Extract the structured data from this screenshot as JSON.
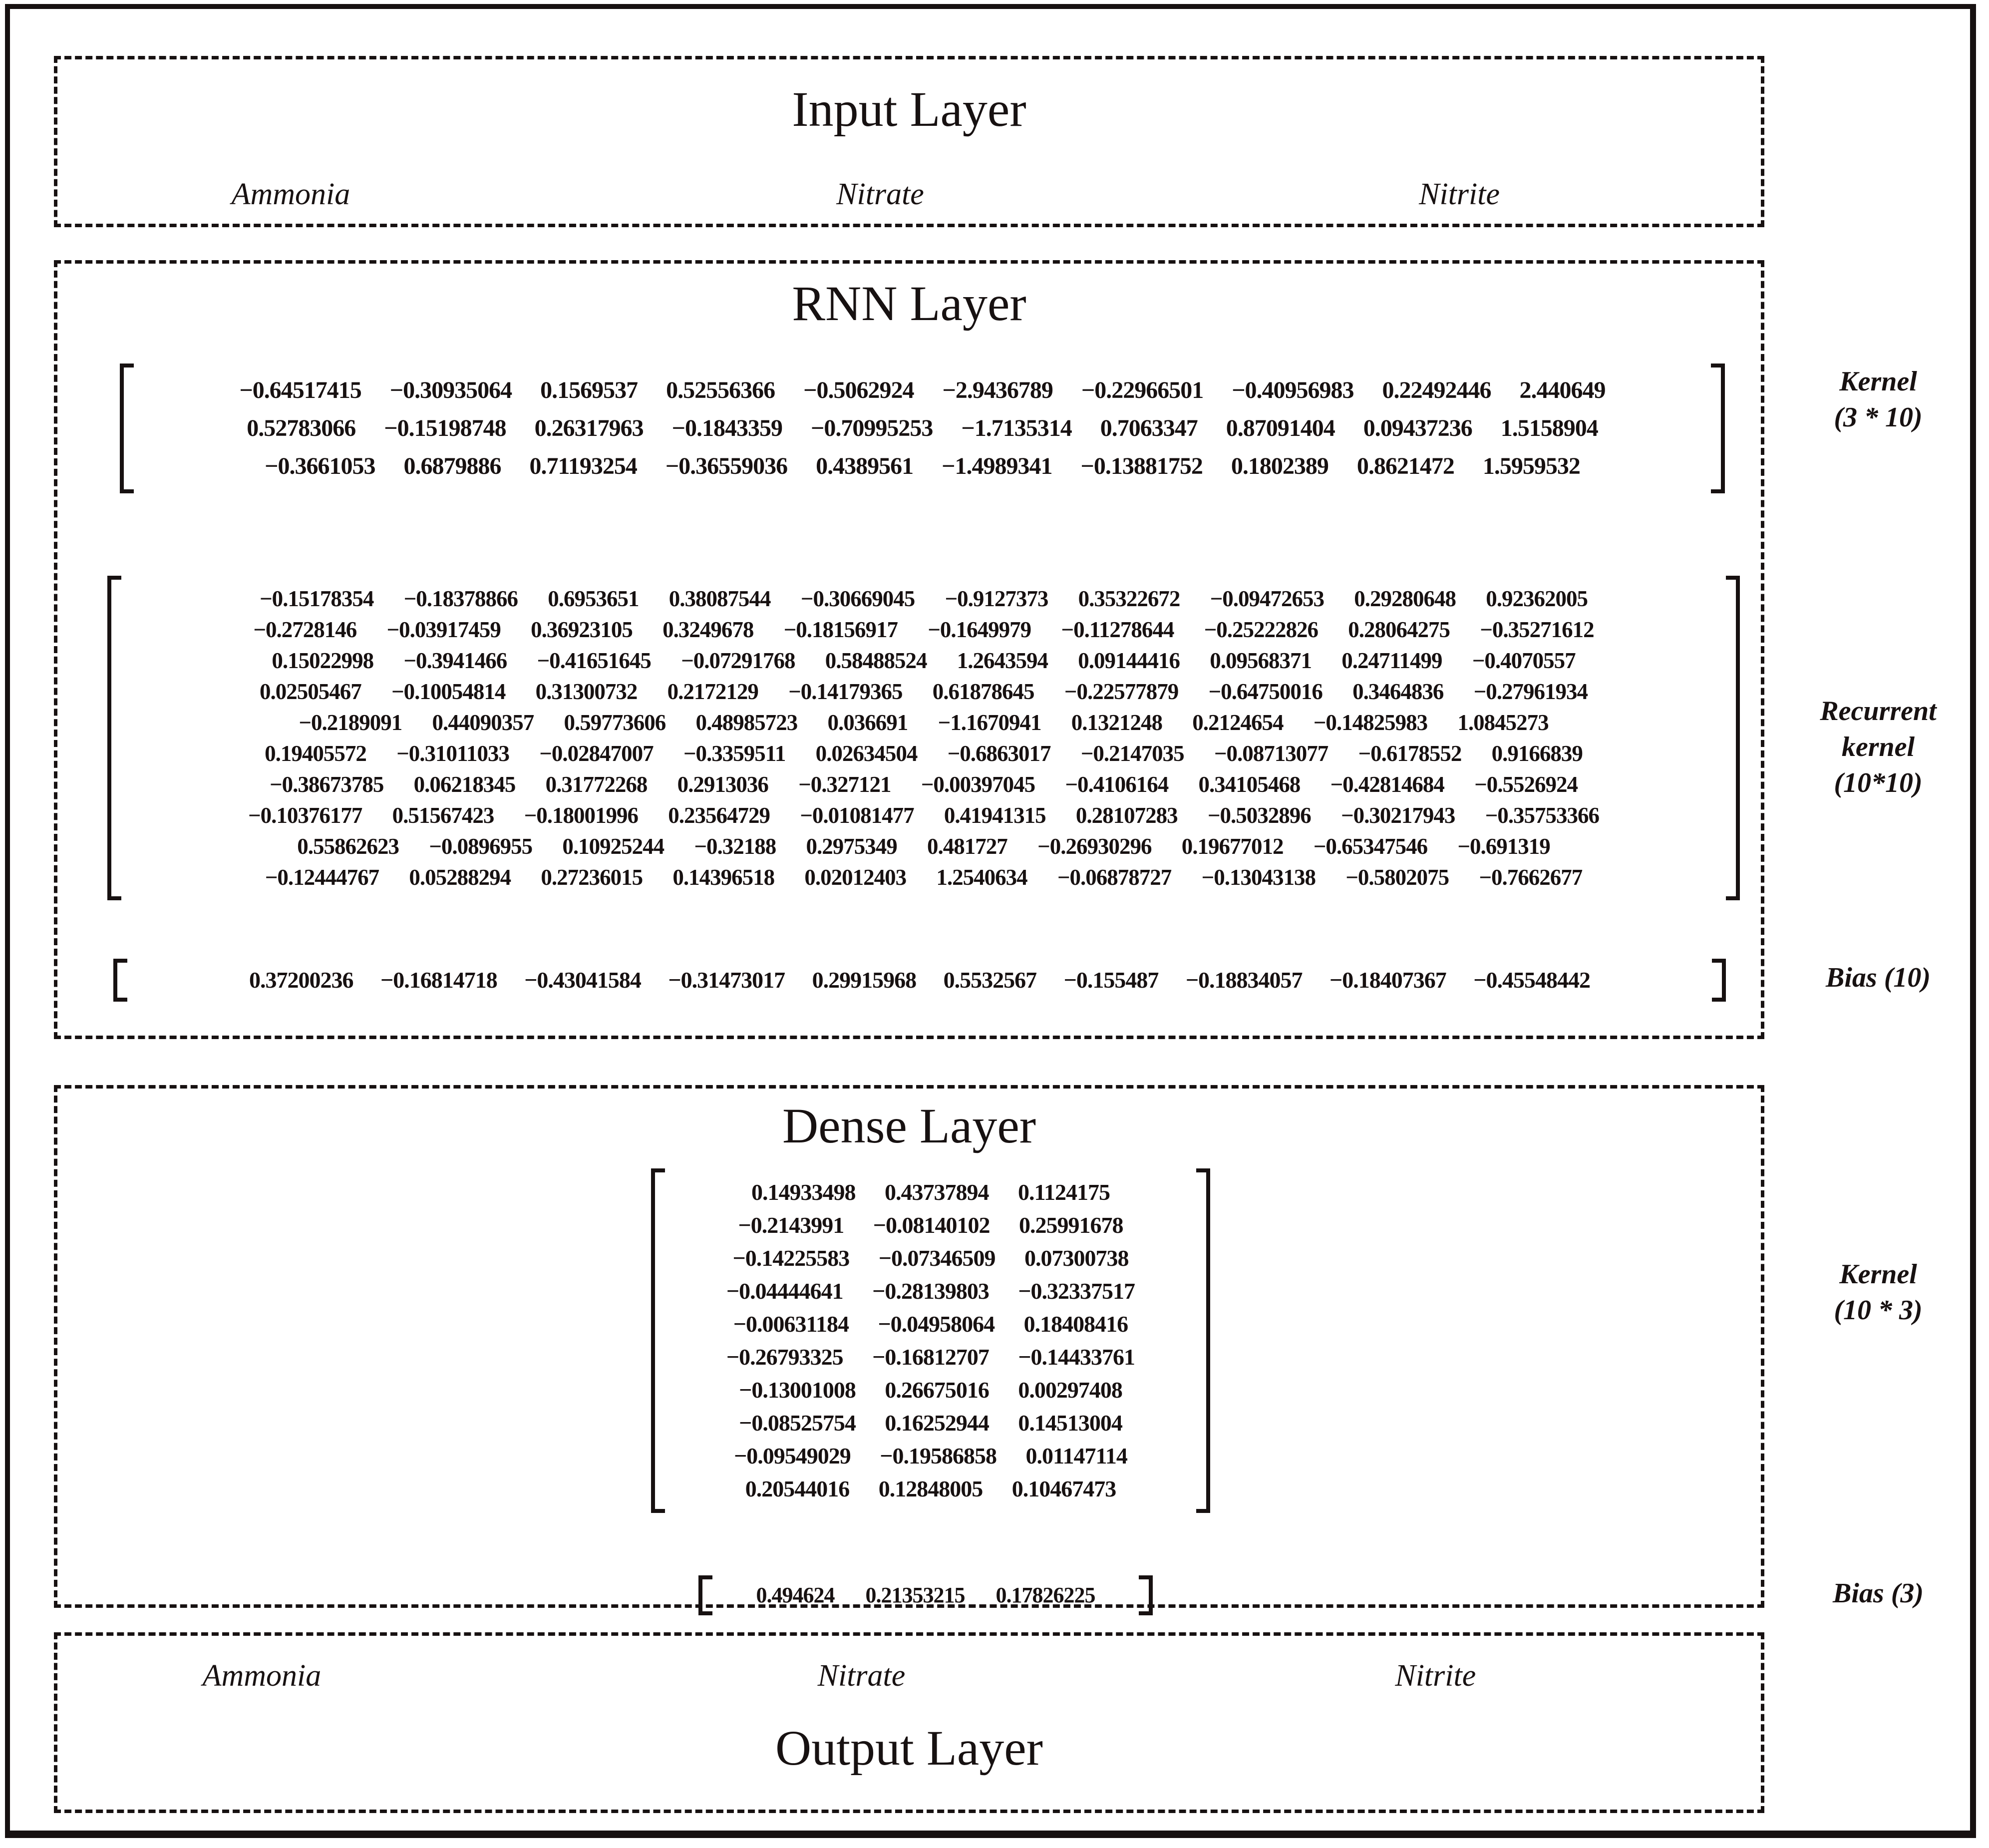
{
  "colors": {
    "ink": "#171111",
    "background": "#ffffff"
  },
  "input_layer": {
    "title": "Input Layer",
    "labels": [
      "Ammonia",
      "Nitrate",
      "Nitrite"
    ]
  },
  "rnn_layer": {
    "title": "RNN Layer",
    "kernel": {
      "label_lines": [
        "Kernel",
        "(3 * 10)"
      ],
      "rows": [
        [
          "−0.64517415",
          "−0.30935064",
          "0.1569537",
          "0.52556366",
          "−0.5062924",
          "−2.9436789",
          "−0.22966501",
          "−0.40956983",
          "0.22492446",
          "2.440649"
        ],
        [
          "0.52783066",
          "−0.15198748",
          "0.26317963",
          "−0.1843359",
          "−0.70995253",
          "−1.7135314",
          "0.7063347",
          "0.87091404",
          "0.09437236",
          "1.5158904"
        ],
        [
          "−0.3661053",
          "0.6879886",
          "0.71193254",
          "−0.36559036",
          "0.4389561",
          "−1.4989341",
          "−0.13881752",
          "0.1802389",
          "0.8621472",
          "1.5959532"
        ]
      ]
    },
    "recurrent_kernel": {
      "label_lines": [
        "Recurrent",
        "kernel",
        "(10*10)"
      ],
      "rows": [
        [
          "−0.15178354",
          "−0.18378866",
          "0.6953651",
          "0.38087544",
          "−0.30669045",
          "−0.9127373",
          "0.35322672",
          "−0.09472653",
          "0.29280648",
          "0.92362005"
        ],
        [
          "−0.2728146",
          "−0.03917459",
          "0.36923105",
          "0.3249678",
          "−0.18156917",
          "−0.1649979",
          "−0.11278644",
          "−0.25222826",
          "0.28064275",
          "−0.35271612"
        ],
        [
          "0.15022998",
          "−0.3941466",
          "−0.41651645",
          "−0.07291768",
          "0.58488524",
          "1.2643594",
          "0.09144416",
          "0.09568371",
          "0.24711499",
          "−0.4070557"
        ],
        [
          "0.02505467",
          "−0.10054814",
          "0.31300732",
          "0.2172129",
          "−0.14179365",
          "0.61878645",
          "−0.22577879",
          "−0.64750016",
          "0.3464836",
          "−0.27961934"
        ],
        [
          "−0.2189091",
          "0.44090357",
          "0.59773606",
          "0.48985723",
          "0.036691",
          "−1.1670941",
          "0.1321248",
          "0.2124654",
          "−0.14825983",
          "1.0845273"
        ],
        [
          "0.19405572",
          "−0.31011033",
          "−0.02847007",
          "−0.3359511",
          "0.02634504",
          "−0.6863017",
          "−0.2147035",
          "−0.08713077",
          "−0.6178552",
          "0.9166839"
        ],
        [
          "−0.38673785",
          "0.06218345",
          "0.31772268",
          "0.2913036",
          "−0.327121",
          "−0.00397045",
          "−0.4106164",
          "0.34105468",
          "−0.42814684",
          "−0.5526924"
        ],
        [
          "−0.10376177",
          "0.51567423",
          "−0.18001996",
          "0.23564729",
          "−0.01081477",
          "0.41941315",
          "0.28107283",
          "−0.5032896",
          "−0.30217943",
          "−0.35753366"
        ],
        [
          "0.55862623",
          "−0.0896955",
          "0.10925244",
          "−0.32188",
          "0.2975349",
          "0.481727",
          "−0.26930296",
          "0.19677012",
          "−0.65347546",
          "−0.691319"
        ],
        [
          "−0.12444767",
          "0.05288294",
          "0.27236015",
          "0.14396518",
          "0.02012403",
          "1.2540634",
          "−0.06878727",
          "−0.13043138",
          "−0.5802075",
          "−0.7662677"
        ]
      ]
    },
    "bias": {
      "label": "Bias (10)",
      "row": [
        "0.37200236",
        "−0.16814718",
        "−0.43041584",
        "−0.31473017",
        "0.29915968",
        "0.5532567",
        "−0.155487",
        "−0.18834057",
        "−0.18407367",
        "−0.45548442"
      ]
    }
  },
  "dense_layer": {
    "title": "Dense Layer",
    "kernel": {
      "label_lines": [
        "Kernel",
        "(10 * 3)"
      ],
      "rows": [
        [
          "0.14933498",
          "0.43737894",
          "0.1124175"
        ],
        [
          "−0.2143991",
          "−0.08140102",
          "0.25991678"
        ],
        [
          "−0.14225583",
          "−0.07346509",
          "0.07300738"
        ],
        [
          "−0.04444641",
          "−0.28139803",
          "−0.32337517"
        ],
        [
          "−0.00631184",
          "−0.04958064",
          "0.18408416"
        ],
        [
          "−0.26793325",
          "−0.16812707",
          "−0.14433761"
        ],
        [
          "−0.13001008",
          "0.26675016",
          "0.00297408"
        ],
        [
          "−0.08525754",
          "0.16252944",
          "0.14513004"
        ],
        [
          "−0.09549029",
          "−0.19586858",
          "0.01147114"
        ],
        [
          "0.20544016",
          "0.12848005",
          "0.10467473"
        ]
      ]
    },
    "bias": {
      "label": "Bias (3)",
      "row": [
        "0.494624",
        "0.21353215",
        "0.17826225"
      ]
    }
  },
  "output_layer": {
    "title": "Output Layer",
    "labels": [
      "Ammonia",
      "Nitrate",
      "Nitrite"
    ]
  }
}
